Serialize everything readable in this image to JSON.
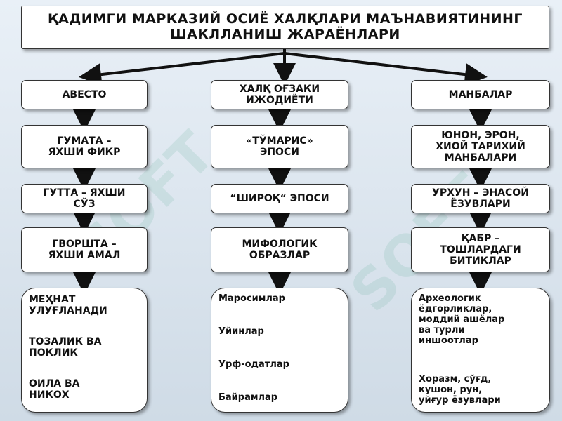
{
  "title": "ҚАДИМГИ МАРКАЗИЙ ОСИЁ ХАЛҚЛАРИ МАЪНАВИЯТИНИНГ\nШАКЛЛАНИШ ЖАРАЁНЛАРИ",
  "columns": [
    {
      "header": "АВЕСТО",
      "steps": [
        "ГУМАТА –\nЯХШИ ФИКР",
        "ГУТТА – ЯХШИ\nСЎЗ",
        "ГВОРШТА –\nЯХШИ АМАЛ"
      ],
      "items": [
        "МЕҲНАТ\nУЛУҒЛАНАДИ",
        "ТОЗАЛИК ВА\nПОКЛИК",
        "ОИЛА ВА\nНИКОХ"
      ]
    },
    {
      "header": "ХАЛҚ ОҒЗАКИ\nИЖОДИЁТИ",
      "steps": [
        "«ТЎМАРИС»\nЭПОСИ",
        "“ШИРОҚ“ ЭПОСИ",
        "МИФОЛОГИК\nОБРАЗЛАР"
      ],
      "items": [
        "Маросимлар",
        "Уйинлар",
        "Урф-одатлар",
        "Байрамлар"
      ]
    },
    {
      "header": "МАНБАЛАР",
      "steps": [
        "ЮНОН, ЭРОН,\nХИОЙ ТАРИХИЙ\nМАНБАЛАРИ",
        "УРХУН – ЭНАСОЙ\nЁЗУВЛАРИ",
        "ҚАБР –\nТОШЛАРДАГИ\nБИТИКЛАР"
      ],
      "items": [
        "Археологик\nёдгорликлар,\nмоддий ашёлар\nва турли\nиншоотлар",
        "Хоразм, сўғд,\nкушон, рун,\nуйғур ёзувлари"
      ]
    }
  ],
  "watermark": "SOFT"
}
